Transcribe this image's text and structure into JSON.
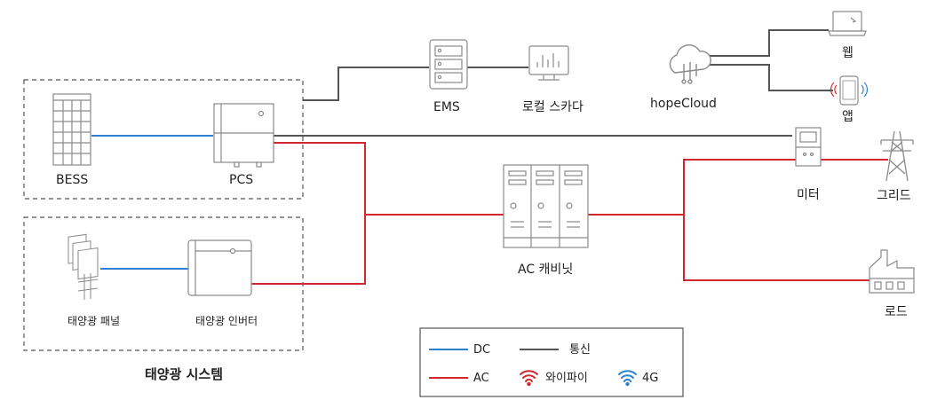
{
  "labels": {
    "bess": "BESS",
    "pcs": "PCS",
    "ems": "EMS",
    "local_scada": "로컬 스카다",
    "hopecloud": "hopeCloud",
    "web": "웹",
    "app": "앱",
    "meter": "미터",
    "grid": "그리드",
    "ac_cabinet": "AC 캐비닛",
    "load": "로드",
    "solar_panel": "태양광 패널",
    "solar_inverter": "태양광 인버터",
    "solar_system": "태양광 시스템"
  },
  "legend": {
    "dc": "DC",
    "communication": "통신",
    "ac": "AC",
    "wifi": "와이파이",
    "fourg": "4G"
  },
  "colors": {
    "dc": "#2f7fd0",
    "communication": "#555555",
    "ac": "#d0282e",
    "wifi_icon": "#d0282e",
    "fourg_icon": "#2f7fd0",
    "device_stroke": "#8a8a8a",
    "group_border": "#555555"
  },
  "icons": [
    "bess-rack-icon",
    "pcs-inverter-icon",
    "ems-server-icon",
    "scada-monitor-icon",
    "cloud-icon",
    "laptop-icon",
    "phone-icon",
    "meter-icon",
    "transmission-tower-icon",
    "ac-cabinet-icon",
    "factory-icon",
    "solar-panel-icon",
    "solar-inverter-icon",
    "wifi-icon",
    "4g-icon"
  ]
}
